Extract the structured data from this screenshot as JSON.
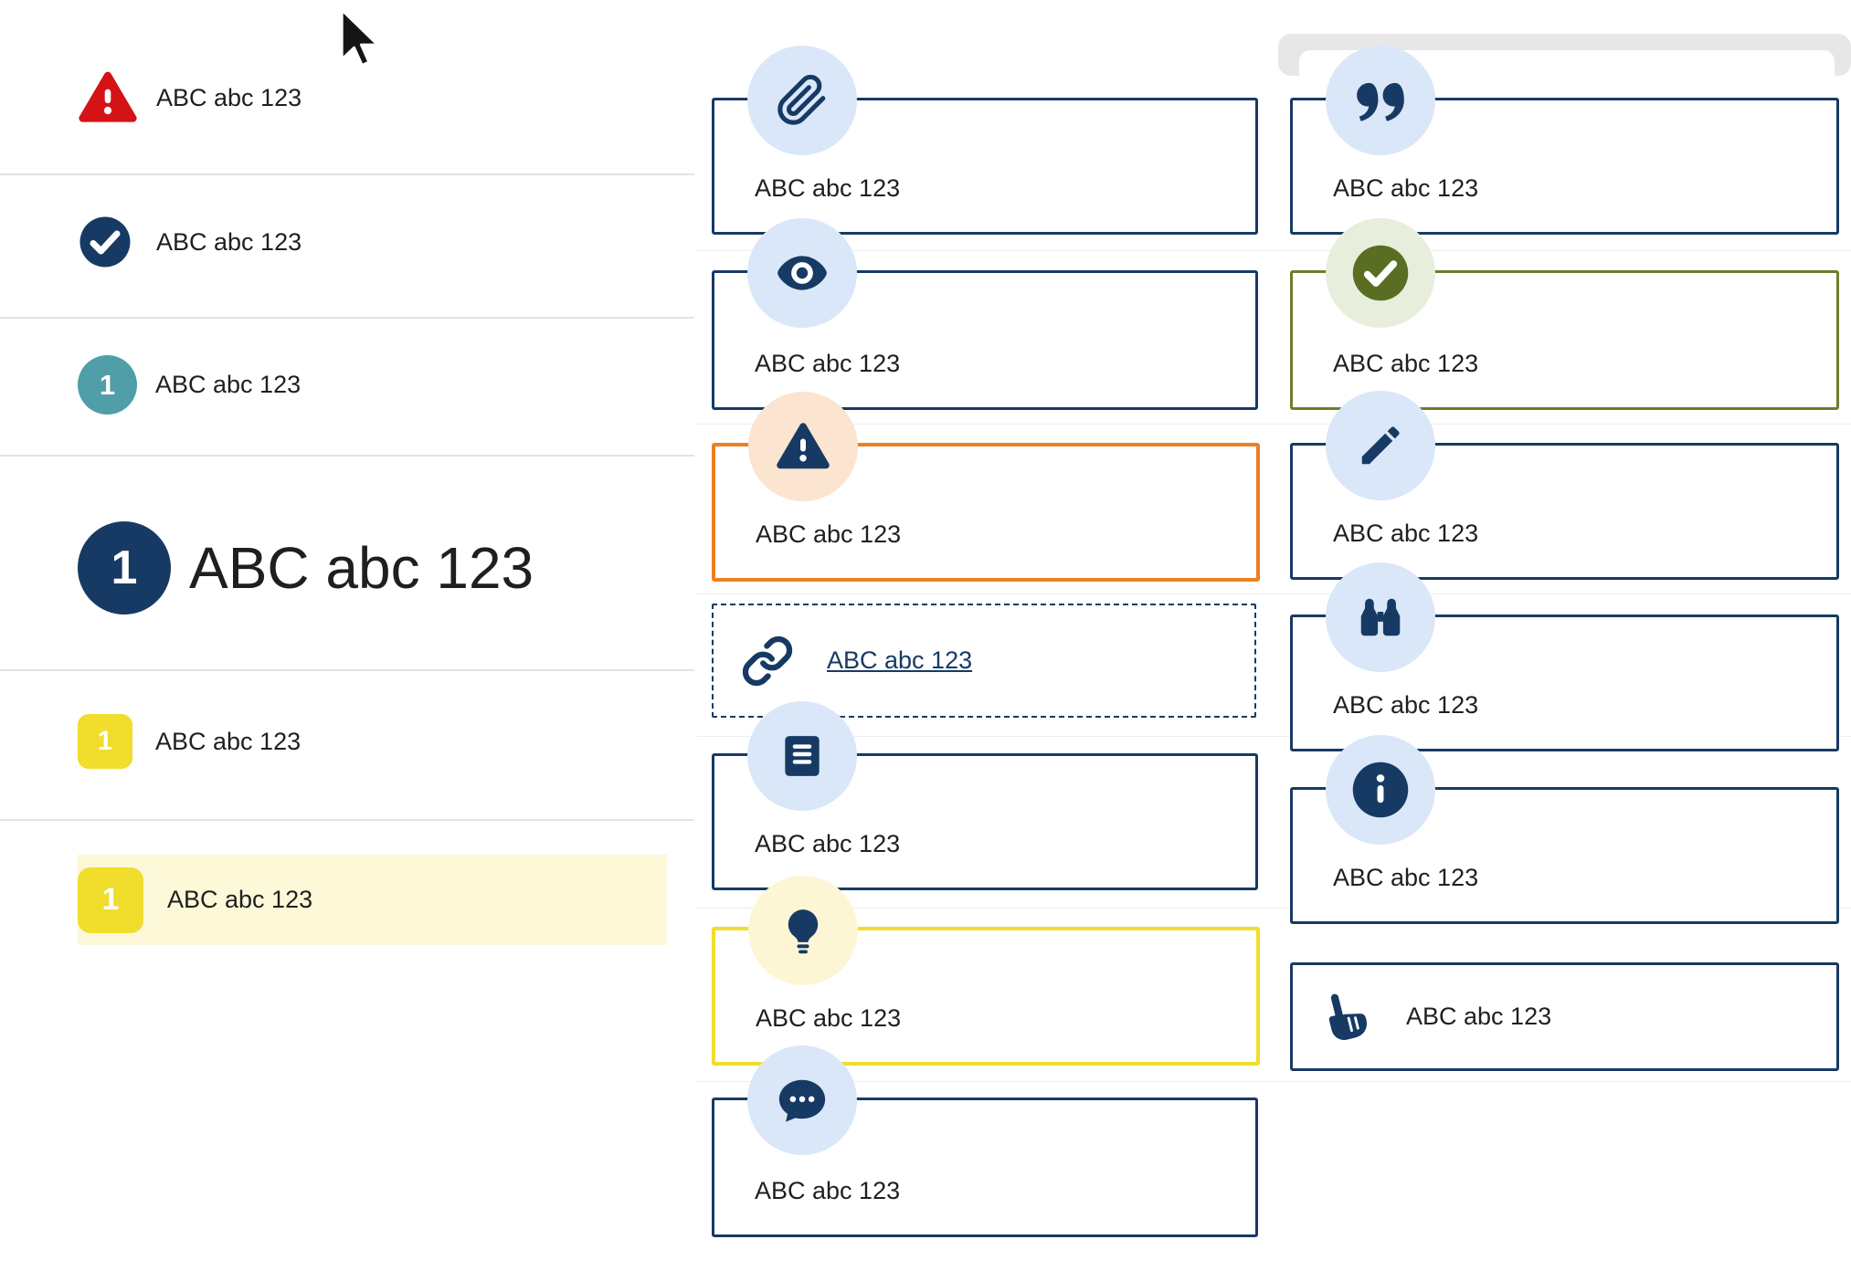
{
  "colors": {
    "navy": "#173a64",
    "red": "#d41317",
    "teal": "#4f9ea8",
    "yellow": "#f0dd2c",
    "yellow_bg": "#fcf8d8",
    "orange": "#ec8022",
    "orange_bg": "#fbe4d0",
    "olive": "#6e7c2a",
    "olive_bg": "#e8eedc",
    "olive_check": "#5a6e23",
    "blue_bg": "#d9e7f8",
    "bulb_bg": "#fdf6d5",
    "text": "#1f1f1f",
    "divider": "#e3e3e3",
    "divider_faint": "#eeeeee",
    "grey_bar": "#e7e7e7"
  },
  "cursor": {
    "icon": "arrow-pointer"
  },
  "left_list": {
    "items": [
      {
        "icon": "warning-triangle",
        "label": "ABC abc 123"
      },
      {
        "icon": "check-circle",
        "label": "ABC abc 123"
      },
      {
        "icon": "number-badge-teal",
        "badge": "1",
        "label": "ABC abc 123"
      },
      {
        "icon": "number-badge-navy-large",
        "badge": "1",
        "label": "ABC abc 123"
      },
      {
        "icon": "number-badge-yellow",
        "badge": "1",
        "label": "ABC abc 123"
      },
      {
        "icon": "number-badge-yellow-highlighted",
        "badge": "1",
        "label": "ABC abc 123"
      }
    ]
  },
  "middle_callouts": [
    {
      "icon": "paperclip",
      "label": "ABC abc 123"
    },
    {
      "icon": "eye",
      "label": "ABC abc 123"
    },
    {
      "icon": "warning-triangle",
      "label": "ABC abc 123"
    },
    {
      "icon": "link",
      "label": "ABC abc 123"
    },
    {
      "icon": "book",
      "label": "ABC abc 123"
    },
    {
      "icon": "lightbulb",
      "label": "ABC abc 123"
    },
    {
      "icon": "chat-bubble",
      "label": "ABC abc 123"
    }
  ],
  "right_callouts": [
    {
      "icon": "quote",
      "label": "ABC abc 123"
    },
    {
      "icon": "check-circle",
      "label": "ABC abc 123"
    },
    {
      "icon": "pencil",
      "label": "ABC abc 123"
    },
    {
      "icon": "binoculars",
      "label": "ABC abc 123"
    },
    {
      "icon": "info",
      "label": "ABC abc 123"
    },
    {
      "icon": "pointing-hand",
      "label": "ABC abc 123"
    }
  ]
}
